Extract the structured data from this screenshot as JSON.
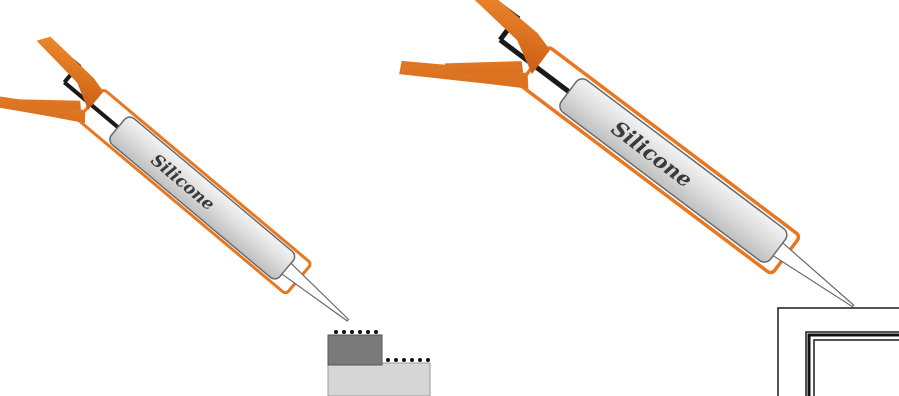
{
  "panels": [
    {
      "id": "left",
      "cartridge_label": "Silicone",
      "scene": "step-joint"
    },
    {
      "id": "right",
      "cartridge_label": "Silicone",
      "scene": "inside-corner"
    }
  ],
  "colors": {
    "gun_orange": "#e8771f",
    "gun_orange_dark": "#b85410",
    "handle_rod": "#1a1a1a",
    "cartridge_fill": "#dcdcdc",
    "cartridge_outline": "#6a6a6a",
    "upper_block": "#7a7a7a",
    "lower_block": "#d6d6d6",
    "sealant_bead": "#111111",
    "frame_line": "#1a1a1a"
  },
  "icons": [
    "caulking-gun-icon",
    "silicone-cartridge-icon",
    "nozzle-icon"
  ]
}
